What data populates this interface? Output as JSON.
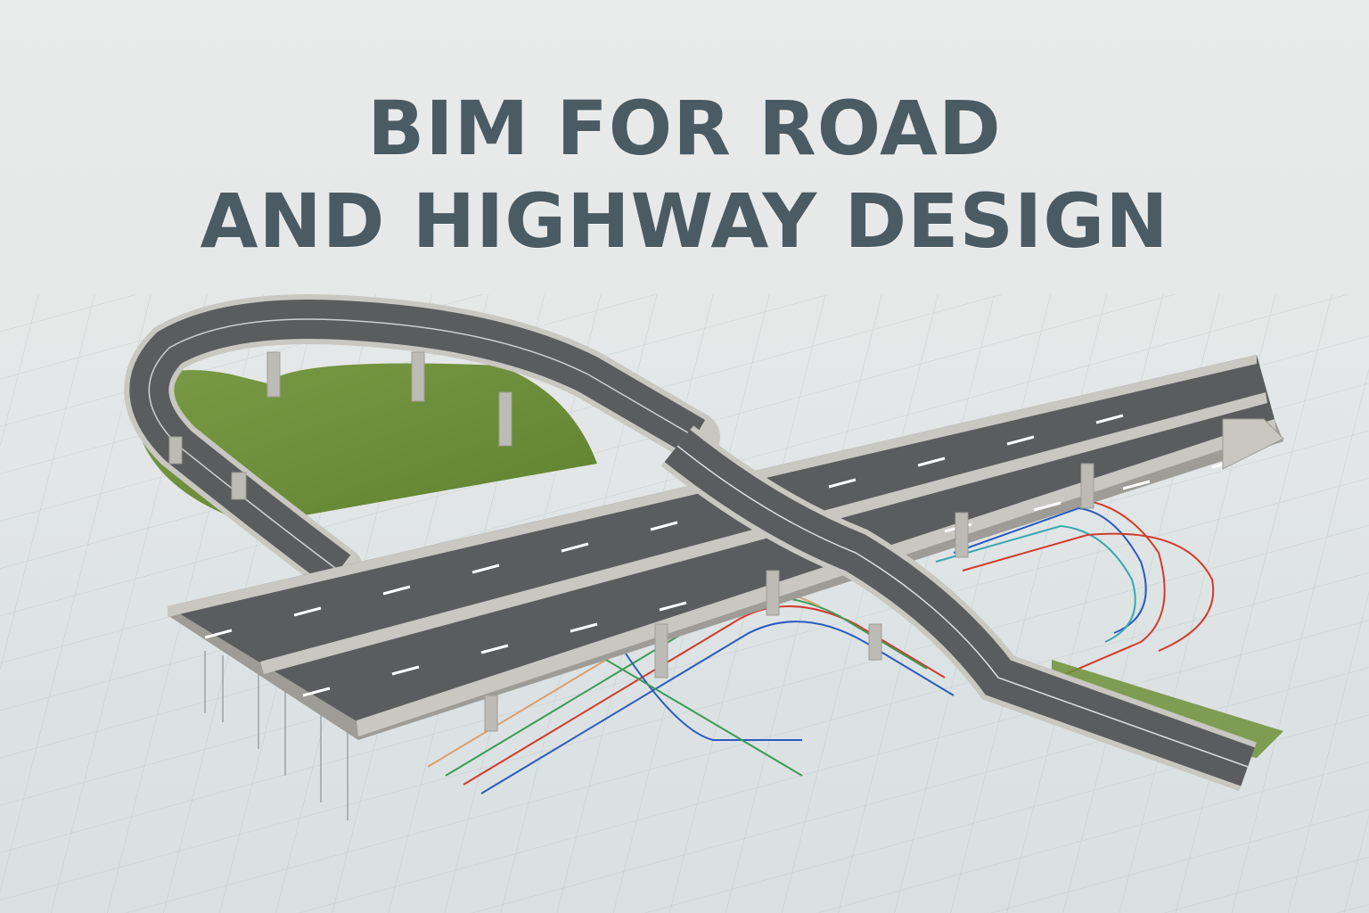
{
  "title": {
    "line1": "BIM FOR ROAD",
    "line2": "AND HIGHWAY DESIGN"
  },
  "illustration": {
    "subject": "isometric highway interchange with loop ramp, overpass bridge, and underground utility lines",
    "elements": [
      "loop-ramp",
      "main-highway-bridge",
      "crossing-ramp",
      "grass-embankment",
      "bridge-piers",
      "abutment",
      "utility-lines",
      "ground-grid"
    ]
  },
  "colors": {
    "background": "#e8e9e9",
    "title": "#4a5b64",
    "asphalt": "#5a5c5e",
    "concrete": "#c9c7c2",
    "grass": "#6e8f3a",
    "utility_red": "#d23b2e",
    "utility_blue": "#2a5bbf",
    "utility_green": "#3f9a55",
    "utility_cyan": "#3aa6b0",
    "utility_orange": "#d9a070"
  }
}
